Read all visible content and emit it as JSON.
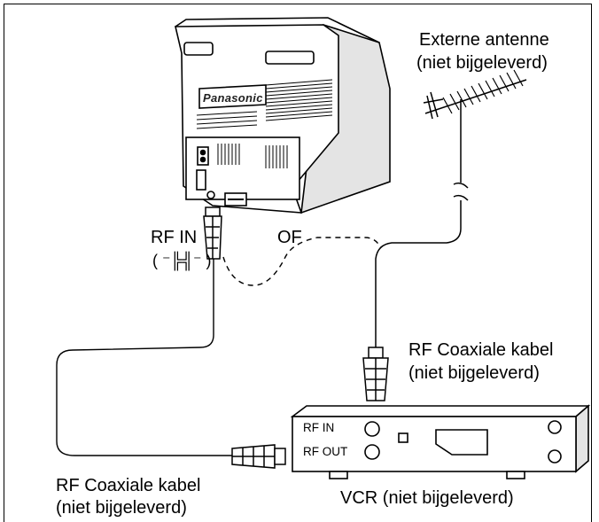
{
  "labels": {
    "antenna_line1": "Externe  antenne",
    "antenna_line2": "(niet bijgeleverd)",
    "tv_brand": "Panasonic",
    "rf_in_tv": "RF IN",
    "rf_in_tv_symbol": "( ⁻╠╣⁻ )",
    "of": "OF",
    "coax_right_line1": "RF Coaxiale kabel",
    "coax_right_line2": "(niet bijgeleverd)",
    "coax_left_line1": "RF Coaxiale kabel",
    "coax_left_line2": "(niet bijgeleverd)",
    "vcr_rf_in": "RF IN",
    "vcr_rf_out": "RF OUT",
    "vcr_caption": "VCR (niet bijgeleverd)"
  },
  "colors": {
    "line": "#000000",
    "tv_body": "#ffffff",
    "tv_side": "#e6e6e6",
    "tv_shadow": "#d0d0d0"
  }
}
